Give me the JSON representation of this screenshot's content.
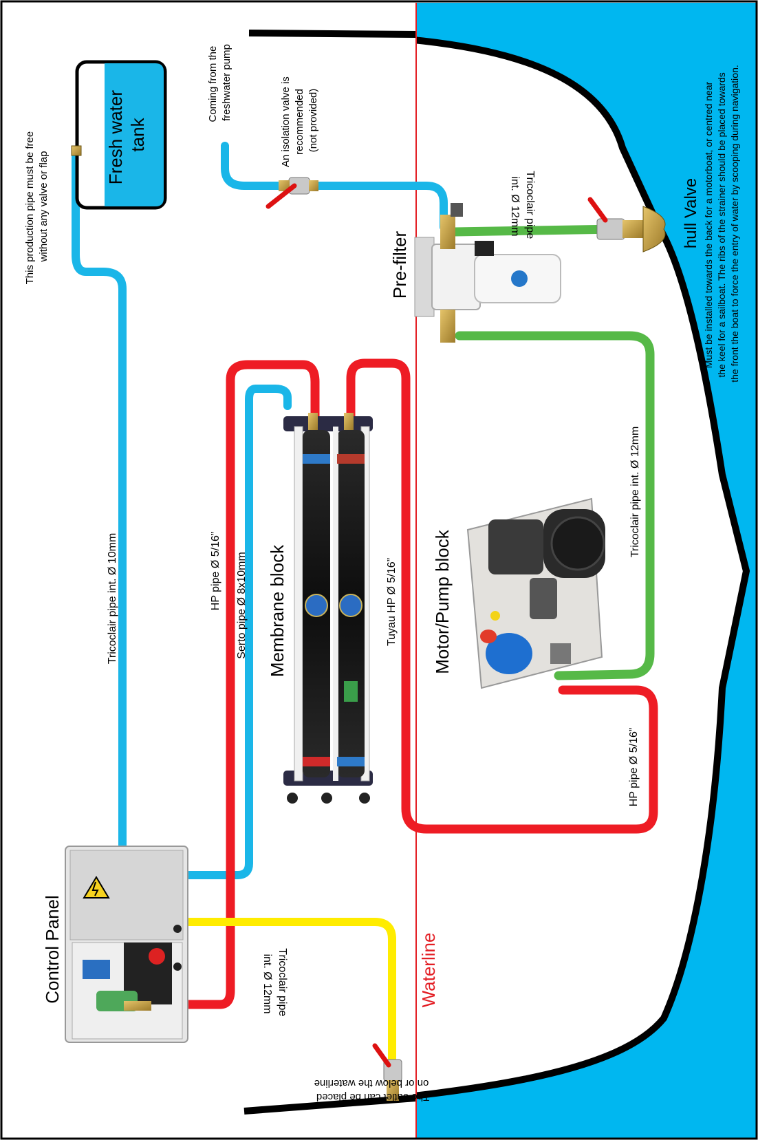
{
  "labels": {
    "fresh_water_tank": [
      "Fresh water",
      "tank"
    ],
    "production_pipe_note": [
      "This production pipe must be free",
      "without any valve or flap"
    ],
    "coming_from": [
      "Coming from the",
      "freshwater pump"
    ],
    "isolation_valve": [
      "An isolation valve is",
      "recommended",
      "(not provided)"
    ],
    "tricoclair_top_right": [
      "Tricoclair pipe",
      "int. Ø 12mm"
    ],
    "pre_filter": "Pre-filter",
    "hull_valve": "hull Valve",
    "hull_valve_note": [
      "Must be installed towards the back for a motorboat, or centred near",
      "the keel for a sailboat. The ribs of the strainer should be placed towards",
      "the front the boat to force the entry of water by scooping during navigation."
    ],
    "tricoclair_10mm": "Tricoclair pipe int. Ø 10mm",
    "hp_pipe_left": "HP pipe Ø 5/16”",
    "serto_pipe": "Serto pipe Ø 8x10mm",
    "membrane_block": "Membrane block",
    "tuyau_hp": "Tuyau HP Ø 5/16”",
    "motor_pump_block": "Motor/Pump block",
    "tricoclair_12mm_right": "Tricoclair pipe int. Ø 12mm",
    "hp_pipe_bottom": "HP pipe Ø 5/16”",
    "control_panel": "Control Panel",
    "tricoclair_bottom_left": [
      "Tricoclair pipe",
      "int. Ø 12mm"
    ],
    "waterline": "Waterline",
    "outlet_note": [
      "The outlet can be placed",
      "on or below the waterline"
    ]
  },
  "colors": {
    "sea": "#00b7f0",
    "fresh_pipe": "#1ab6e8",
    "hp_pipe": "#ee1c24",
    "sea_pipe": "#56b947",
    "outlet_pipe": "#ffec00",
    "waterline": "#e31e24",
    "hull": "#000000"
  }
}
